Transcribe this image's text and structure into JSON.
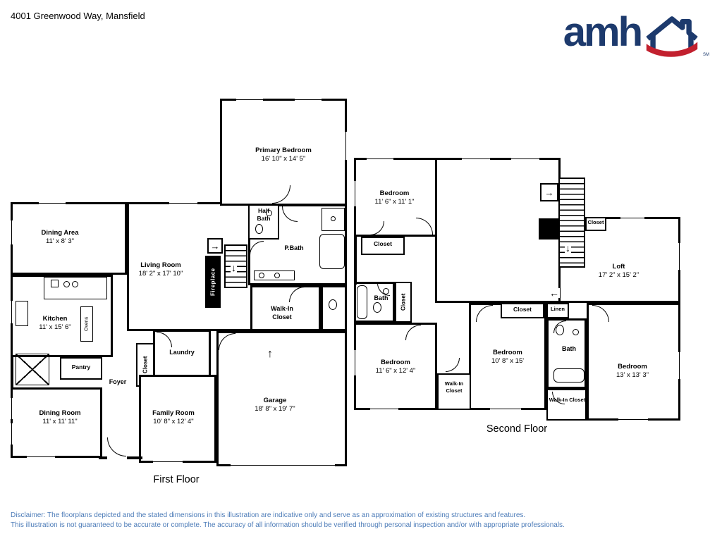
{
  "header": {
    "address": "4001 Greenwood Way, Mansfield"
  },
  "logo": {
    "word": "amh",
    "trademark": "SM",
    "brand_navy": "#1d3a6d",
    "brand_red": "#c2202e"
  },
  "icons": {
    "arrow_up": "↑",
    "arrow_down": "↓",
    "arrow_left": "←",
    "arrow_right": "→"
  },
  "first_floor": {
    "caption": "First Floor",
    "rooms": {
      "primary_bedroom": {
        "name": "Primary Bedroom",
        "dims": "16' 10\" x 14' 5\""
      },
      "dining_area": {
        "name": "Dining Area",
        "dims": "11' x 8' 3\""
      },
      "living_room": {
        "name": "Living Room",
        "dims": "18' 2\" x 17' 10\""
      },
      "half_bath": {
        "name": "Half Bath"
      },
      "p_bath": {
        "name": "P.Bath"
      },
      "walk_in_closet": {
        "name": "Walk-In Closet"
      },
      "kitchen": {
        "name": "Kitchen",
        "dims": "11' x 15' 6\""
      },
      "ovens": {
        "name": "Ovens"
      },
      "pantry": {
        "name": "Pantry"
      },
      "closet": {
        "name": "Closet"
      },
      "laundry": {
        "name": "Laundry"
      },
      "foyer": {
        "name": "Foyer"
      },
      "fireplace": {
        "name": "Fireplace"
      },
      "dining_room": {
        "name": "Dining Room",
        "dims": "11' x 11' 11\""
      },
      "family_room": {
        "name": "Family Room",
        "dims": "10' 8\" x 12' 4\""
      },
      "garage": {
        "name": "Garage",
        "dims": "18' 8\" x 19' 7\""
      }
    }
  },
  "second_floor": {
    "caption": "Second Floor",
    "rooms": {
      "bedroom_front": {
        "name": "Bedroom",
        "dims": "11' 6\" x 11' 1\""
      },
      "closet_front": {
        "name": "Closet"
      },
      "closet_stairs": {
        "name": "Closet"
      },
      "loft": {
        "name": "Loft",
        "dims": "17' 2\" x 15' 2\""
      },
      "bath_hall": {
        "name": "Bath"
      },
      "closet_hall": {
        "name": "Closet"
      },
      "bedroom_left": {
        "name": "Bedroom",
        "dims": "11' 6\" x 12' 4\""
      },
      "walk_in_closet_left": {
        "name": "Walk-In Closet"
      },
      "bedroom_middle": {
        "name": "Bedroom",
        "dims": "10' 8\" x 15'"
      },
      "closet_middle": {
        "name": "Closet"
      },
      "linen": {
        "name": "Linen"
      },
      "bath_right": {
        "name": "Bath"
      },
      "walk_in_closet_right": {
        "name": "Walk-In Closet"
      },
      "bedroom_right": {
        "name": "Bedroom",
        "dims": "13' x 13' 3\""
      }
    }
  },
  "footer": {
    "line1": "Disclaimer: The floorplans depicted and the stated dimensions in this illustration are indicative only and serve as an approximation of existing structures and features.",
    "line2": "This illustration is not guaranteed to be accurate or complete. The accuracy of all information should be verified through personal inspection and/or with appropriate professionals."
  }
}
